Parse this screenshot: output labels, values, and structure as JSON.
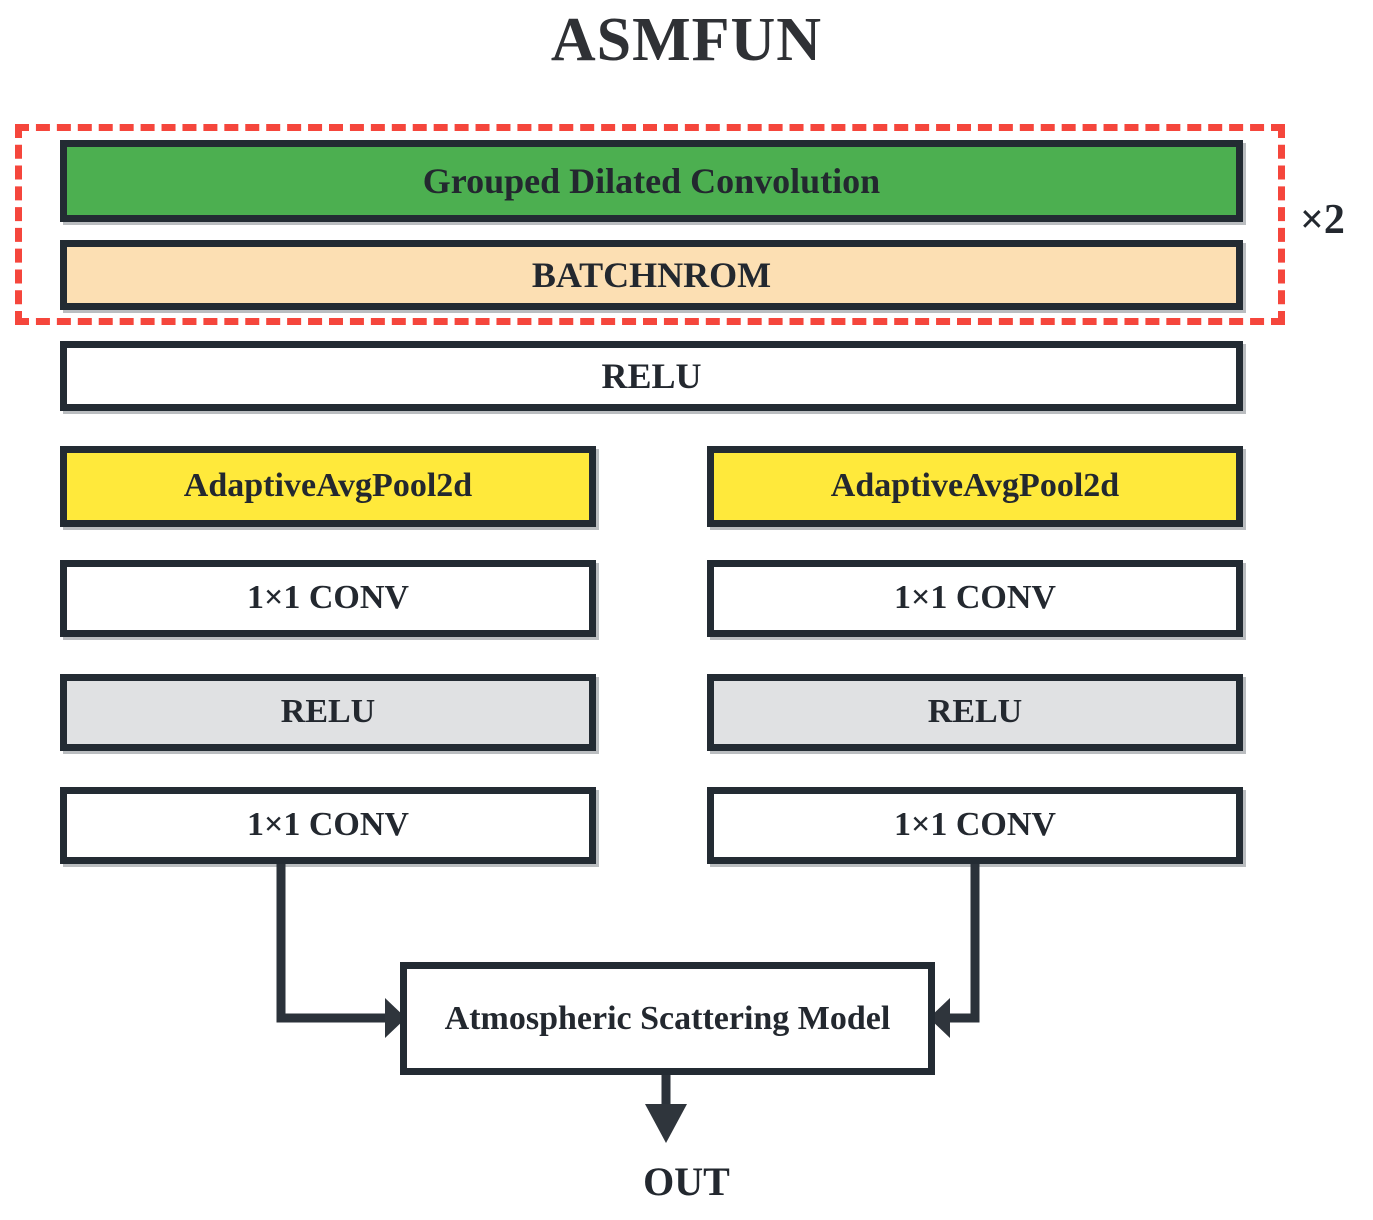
{
  "title": "ASMFUN",
  "repeat_group": {
    "badge": "×2",
    "border_color": "#f5463c",
    "blocks": [
      {
        "label": "Grouped Dilated Convolution",
        "fill": "#4caf50"
      },
      {
        "label": "BATCHNROM",
        "fill": "#fcdfb3"
      }
    ]
  },
  "shared": {
    "relu": {
      "label": "RELU",
      "fill": "#ffffff"
    }
  },
  "branches": [
    {
      "name": "left-branch",
      "blocks": [
        {
          "label": "AdaptiveAvgPool2d",
          "fill": "#ffe93b"
        },
        {
          "label": "1×1 CONV",
          "fill": "#ffffff"
        },
        {
          "label": "RELU",
          "fill": "#e0e1e3"
        },
        {
          "label": "1×1 CONV",
          "fill": "#ffffff"
        }
      ]
    },
    {
      "name": "right-branch",
      "blocks": [
        {
          "label": "AdaptiveAvgPool2d",
          "fill": "#ffe93b"
        },
        {
          "label": "1×1 CONV",
          "fill": "#ffffff"
        },
        {
          "label": "RELU",
          "fill": "#e0e1e3"
        },
        {
          "label": "1×1 CONV",
          "fill": "#ffffff"
        }
      ]
    }
  ],
  "fusion": {
    "label": "Atmospheric Scattering Model",
    "fill": "#ffffff"
  },
  "output": {
    "label": "OUT"
  },
  "colors": {
    "outline": "#232b33",
    "green": "#4caf50",
    "peach": "#fcdfb3",
    "yellow": "#ffe93b",
    "gray": "#e0e1e3",
    "red_dashed": "#f5463c",
    "text": "#23282f"
  }
}
